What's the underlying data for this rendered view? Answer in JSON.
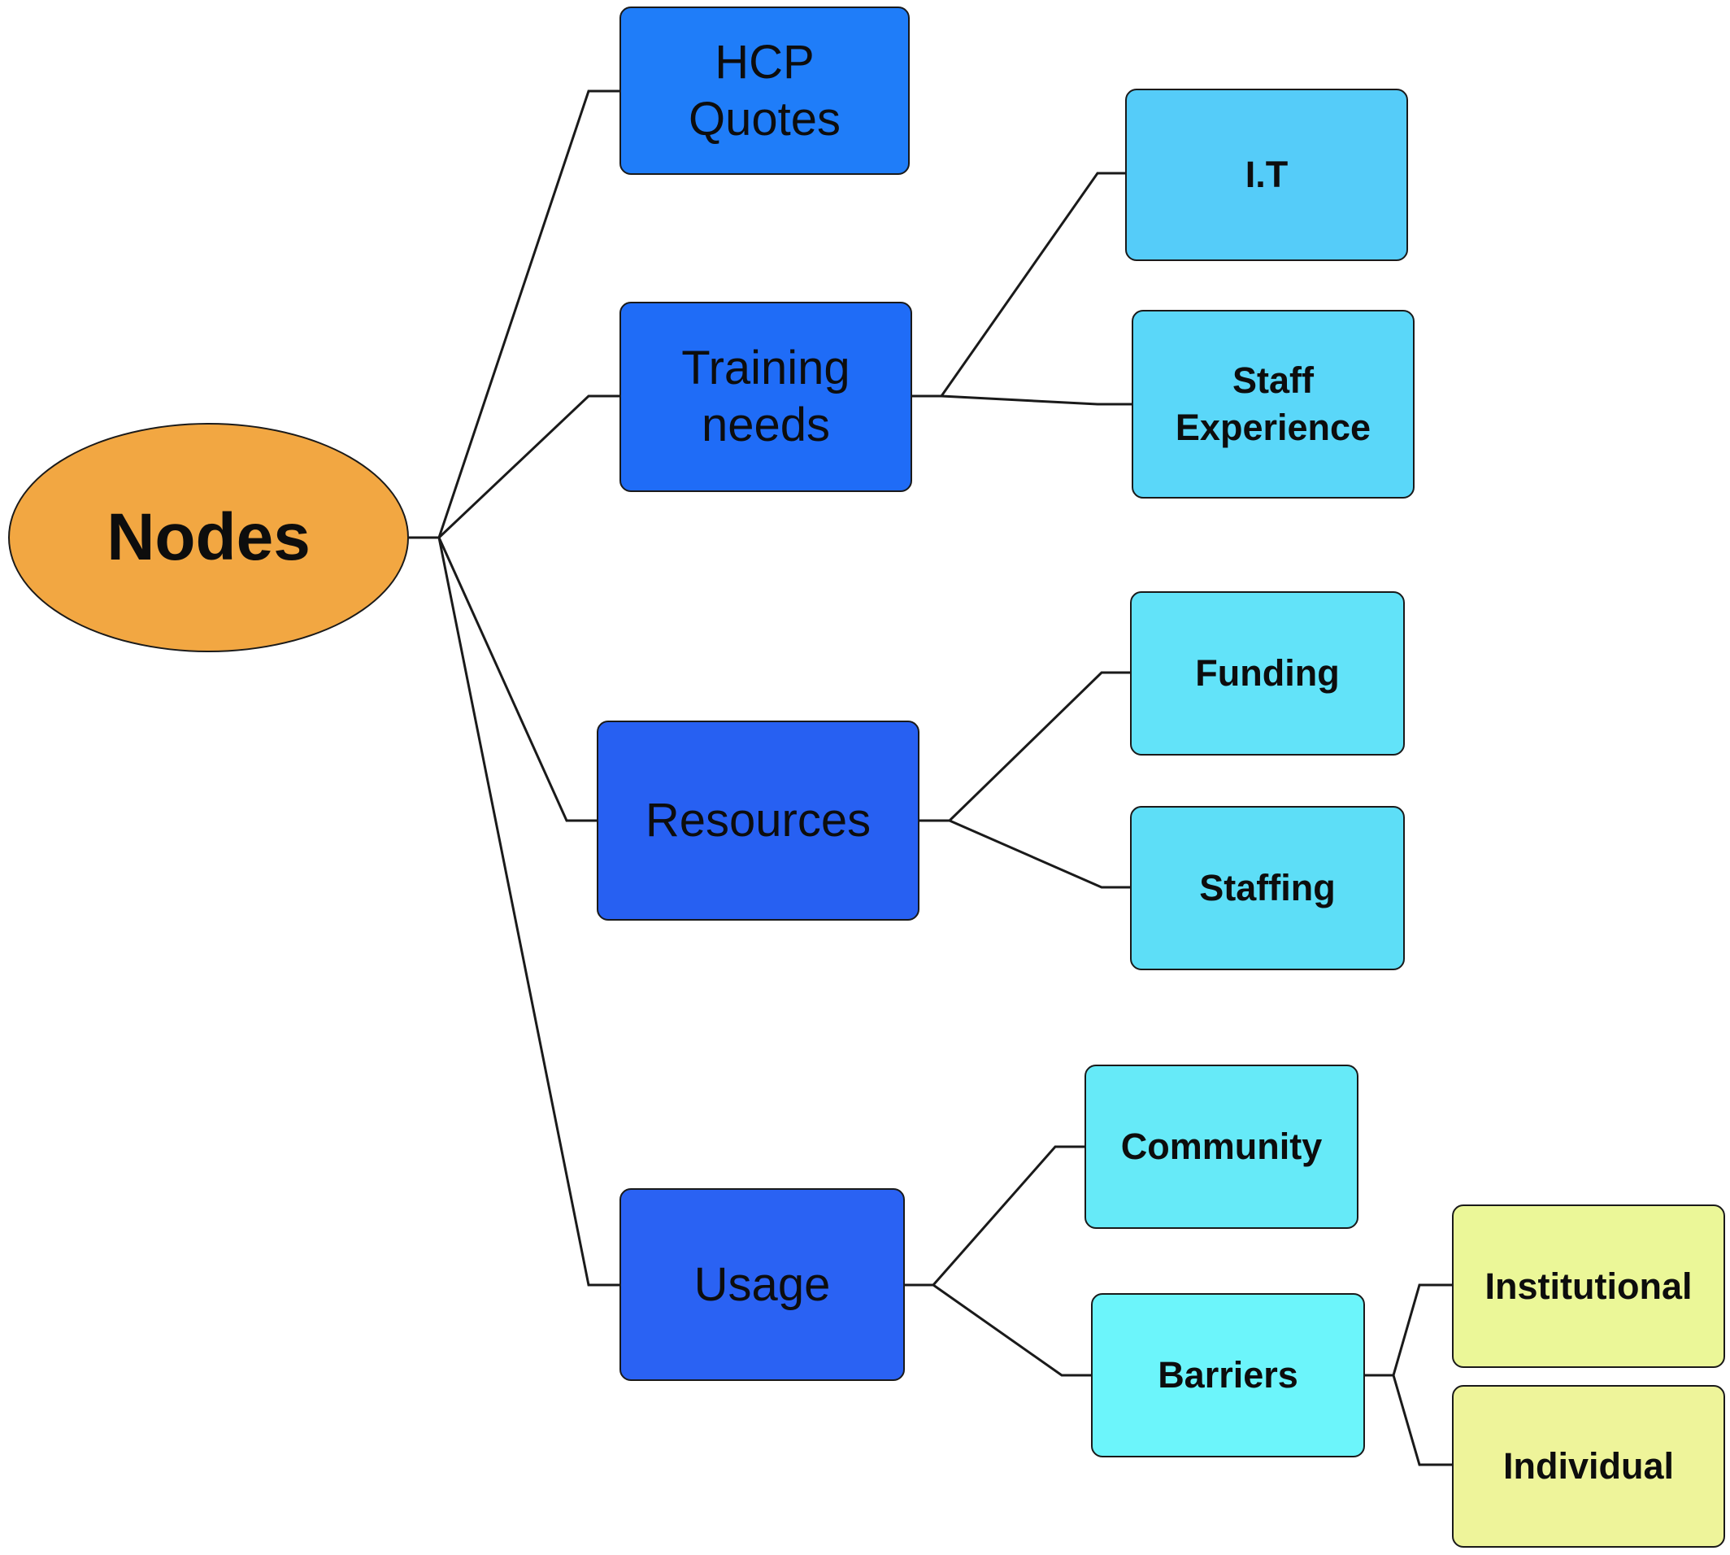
{
  "root": {
    "label": "Nodes",
    "color": "#F2A742"
  },
  "branches": {
    "hcp_quotes": {
      "label": "HCP\nQuotes",
      "color": "#1F7DF9"
    },
    "training_needs": {
      "label": "Training\nneeds",
      "color": "#1F6CF7",
      "children": {
        "it": {
          "label": "I.T",
          "color": "#55CCF9"
        },
        "staff_experience": {
          "label": "Staff\nExperience",
          "color": "#5AD7F9"
        }
      }
    },
    "resources": {
      "label": "Resources",
      "color": "#2760F2",
      "children": {
        "funding": {
          "label": "Funding",
          "color": "#62E3F9"
        },
        "staffing": {
          "label": "Staffing",
          "color": "#5DDEF7"
        }
      }
    },
    "usage": {
      "label": "Usage",
      "color": "#2A62F3",
      "children": {
        "community": {
          "label": "Community",
          "color": "#66EAF8"
        },
        "barriers": {
          "label": "Barriers",
          "color": "#6CF5FB",
          "children": {
            "institutional": {
              "label": "Institutional",
              "color": "#EBF798"
            },
            "individual": {
              "label": "Individual",
              "color": "#EEF49A"
            }
          }
        }
      }
    }
  },
  "edge_color": "#1a1a1a"
}
